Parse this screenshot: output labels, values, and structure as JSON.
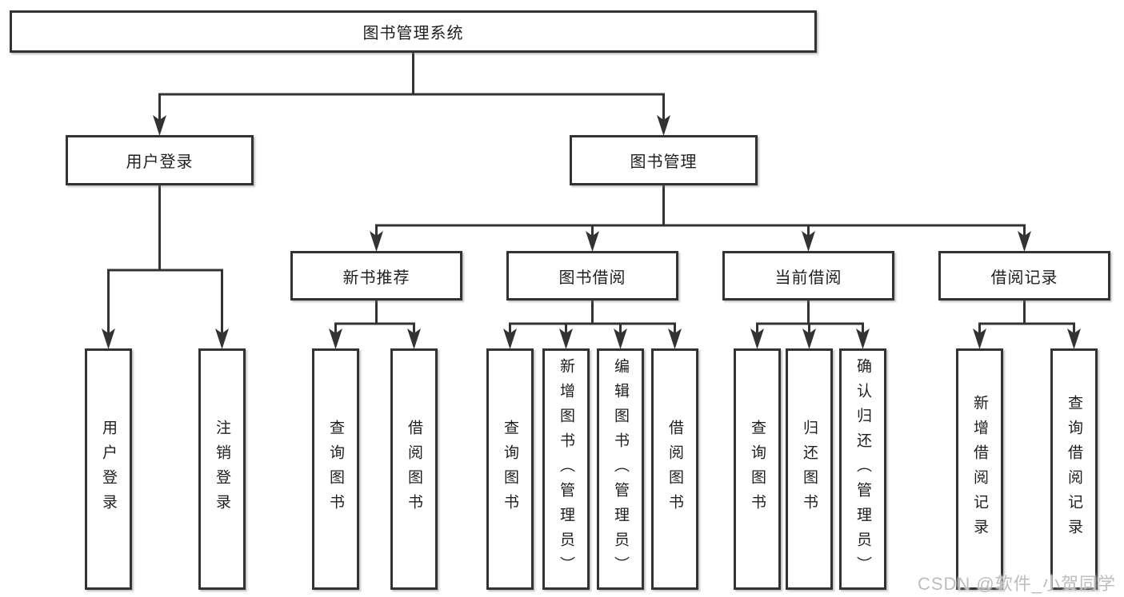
{
  "diagram": {
    "title": "图书管理系统",
    "nodes": [
      {
        "id": "root",
        "label": "图书管理系统",
        "orientation": "horizontal",
        "level": 1
      },
      {
        "id": "login",
        "label": "用户登录",
        "orientation": "horizontal",
        "level": 2
      },
      {
        "id": "mgmt",
        "label": "图书管理",
        "orientation": "horizontal",
        "level": 2
      },
      {
        "id": "newbook",
        "label": "新书推荐",
        "orientation": "horizontal",
        "level": 3
      },
      {
        "id": "borrow",
        "label": "图书借阅",
        "orientation": "horizontal",
        "level": 3
      },
      {
        "id": "current",
        "label": "当前借阅",
        "orientation": "horizontal",
        "level": 3
      },
      {
        "id": "records",
        "label": "借阅记录",
        "orientation": "horizontal",
        "level": 3
      },
      {
        "id": "userLogin",
        "label": "用户登录",
        "orientation": "vertical",
        "level": 4
      },
      {
        "id": "logout",
        "label": "注销登录",
        "orientation": "vertical",
        "level": 4
      },
      {
        "id": "queryBook1",
        "label": "查询图书",
        "orientation": "vertical",
        "level": 4
      },
      {
        "id": "borrowBook1",
        "label": "借阅图书",
        "orientation": "vertical",
        "level": 4
      },
      {
        "id": "queryBook2",
        "label": "查询图书",
        "orientation": "vertical",
        "level": 4
      },
      {
        "id": "addBook",
        "label": "新增图书（管理员）",
        "orientation": "vertical",
        "level": 4
      },
      {
        "id": "editBook",
        "label": "编辑图书（管理员）",
        "orientation": "vertical",
        "level": 4
      },
      {
        "id": "borrowBook2",
        "label": "借阅图书",
        "orientation": "vertical",
        "level": 4
      },
      {
        "id": "queryBook3",
        "label": "查询图书",
        "orientation": "vertical",
        "level": 4
      },
      {
        "id": "returnBook",
        "label": "归还图书",
        "orientation": "vertical",
        "level": 4
      },
      {
        "id": "confirmReturn",
        "label": "确认归还（管理员）",
        "orientation": "vertical",
        "level": 4
      },
      {
        "id": "addRecord",
        "label": "新增借阅记录",
        "orientation": "vertical",
        "level": 4
      },
      {
        "id": "queryRecord",
        "label": "查询借阅记录",
        "orientation": "vertical",
        "level": 4
      }
    ],
    "edges": [
      {
        "from": "root",
        "to": [
          "login",
          "mgmt"
        ]
      },
      {
        "from": "login",
        "to": [
          "userLogin",
          "logout"
        ]
      },
      {
        "from": "mgmt",
        "to": [
          "newbook",
          "borrow",
          "current",
          "records"
        ]
      },
      {
        "from": "newbook",
        "to": [
          "queryBook1",
          "borrowBook1"
        ]
      },
      {
        "from": "borrow",
        "to": [
          "queryBook2",
          "addBook",
          "editBook",
          "borrowBook2"
        ]
      },
      {
        "from": "current",
        "to": [
          "queryBook3",
          "returnBook",
          "confirmReturn"
        ]
      },
      {
        "from": "records",
        "to": [
          "addRecord",
          "queryRecord"
        ]
      }
    ],
    "colors": {
      "border": "#333333",
      "line": "#333333",
      "text": "#1f1f1f",
      "background": "#ffffff",
      "watermark": "#bdbdbd"
    }
  },
  "watermark": {
    "text": "CSDN @软件_小贺同学"
  }
}
